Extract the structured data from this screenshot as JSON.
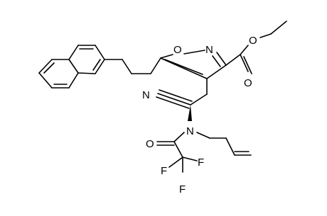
{
  "atom_labels": {
    "ring_o": "O",
    "ring_n": "N",
    "ester_o_single": "O",
    "ester_o_double": "O",
    "nitrile_n": "N",
    "amide_n": "N",
    "amide_o": "O",
    "f1": "F",
    "f2": "F",
    "f3": "F"
  },
  "colors": {
    "bond": "#000000",
    "text": "#000000",
    "background": "#ffffff"
  }
}
